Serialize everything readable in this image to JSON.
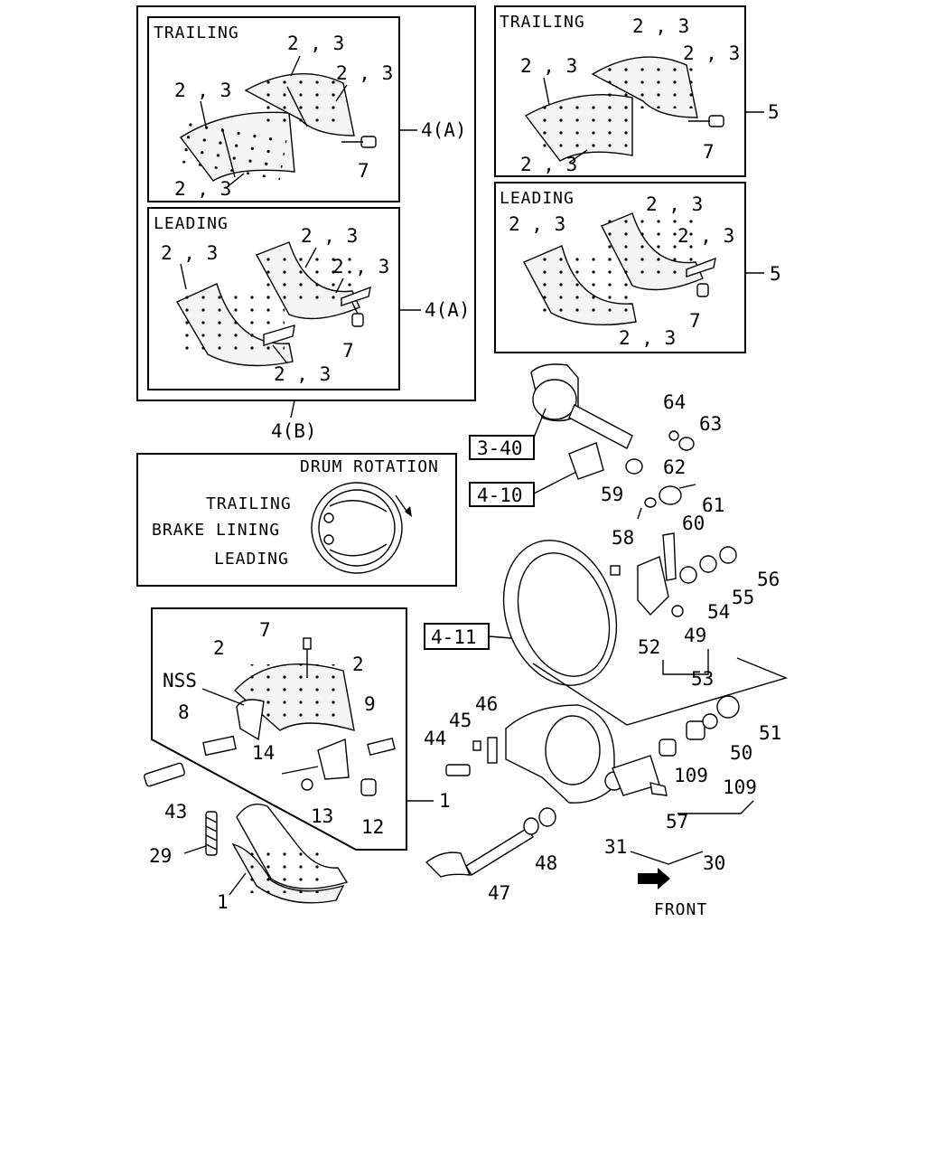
{
  "section_titles": {
    "trailing_a": "TRAILING",
    "leading_a": "LEADING",
    "trailing_5": "TRAILING",
    "leading_5": "LEADING"
  },
  "group_labels": {
    "four_a_top": "4(A)",
    "four_a_bottom": "4(A)",
    "four_b": "4(B)",
    "five_top": "5",
    "five_bottom": "5",
    "twothree": "2 , 3"
  },
  "drum_inset": {
    "drum_rotation": "DRUM ROTATION",
    "trailing": "TRAILING",
    "brake_lining": "BRAKE LINING",
    "leading": "LEADING"
  },
  "reference_boxes": [
    "3-40",
    "4-10",
    "4-11"
  ],
  "callouts": {
    "nss": "NSS",
    "front": "FRONT",
    "p1": "1",
    "p1b": "1",
    "p2a": "2",
    "p2b": "2",
    "p7": "7",
    "p7a": "7",
    "p7b": "7",
    "p7c": "7",
    "p7d": "7",
    "p8": "8",
    "p9": "9",
    "p12": "12",
    "p13": "13",
    "p14": "14",
    "p29": "29",
    "p30": "30",
    "p31": "31",
    "p43": "43",
    "p44": "44",
    "p45": "45",
    "p46": "46",
    "p47": "47",
    "p48": "48",
    "p49": "49",
    "p50": "50",
    "p51": "51",
    "p52": "52",
    "p53": "53",
    "p54": "54",
    "p55": "55",
    "p56": "56",
    "p57": "57",
    "p58": "58",
    "p59": "59",
    "p60": "60",
    "p61": "61",
    "p62": "62",
    "p63": "63",
    "p64": "64",
    "p109a": "109",
    "p109b": "109"
  }
}
